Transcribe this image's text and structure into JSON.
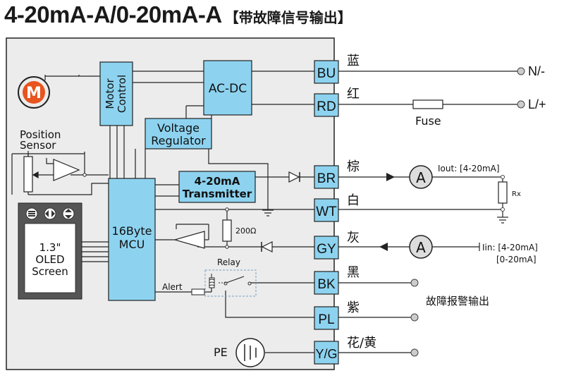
{
  "title": {
    "main": "4-20mA-A/0-20mA-A",
    "sub": "【带故障信号输出】"
  },
  "blocks": {
    "motor_letter": "M",
    "motor_control_line1": "Motor",
    "motor_control_line2": "Control",
    "ac_dc": "AC-DC",
    "voltage_regulator_line1": "Voltage",
    "voltage_regulator_line2": "Regulator",
    "position_sensor_line1": "Position",
    "position_sensor_line2": "Sensor",
    "transmitter_line1": "4-20mA",
    "transmitter_line2": "Transmitter",
    "mcu_line1": "16Byte",
    "mcu_line2": "MCU",
    "oled_line1": "1.3\"",
    "oled_line2": "OLED",
    "oled_line3": "Screen",
    "resistor_value": "200Ω",
    "relay_label": "Relay",
    "alert_label": "Alert",
    "pe_label": "PE"
  },
  "terminals": [
    {
      "code": "BU",
      "color_name": "蓝"
    },
    {
      "code": "RD",
      "color_name": "红"
    },
    {
      "code": "BR",
      "color_name": "棕"
    },
    {
      "code": "WT",
      "color_name": "白"
    },
    {
      "code": "GY",
      "color_name": "灰"
    },
    {
      "code": "BK",
      "color_name": "黑"
    },
    {
      "code": "PL",
      "color_name": "紫"
    },
    {
      "code": "Y/G",
      "color_name": "花/黄"
    }
  ],
  "external": {
    "n_label": "N/-",
    "l_label": "L/+",
    "fuse_label": "Fuse",
    "ammeter_symbol": "A",
    "iout_label": "Iout: [4-20mA]",
    "rx_label": "Rx",
    "iin_label_line1": "Iin: [4-20mA]",
    "iin_label_line2": "[0-20mA]",
    "fault_output_label": "故障报警输出"
  },
  "colors": {
    "block_fill": "#8dd3f0",
    "panel_fill": "#ececec",
    "line": "#222222",
    "motor_orange": "#e8541e"
  }
}
